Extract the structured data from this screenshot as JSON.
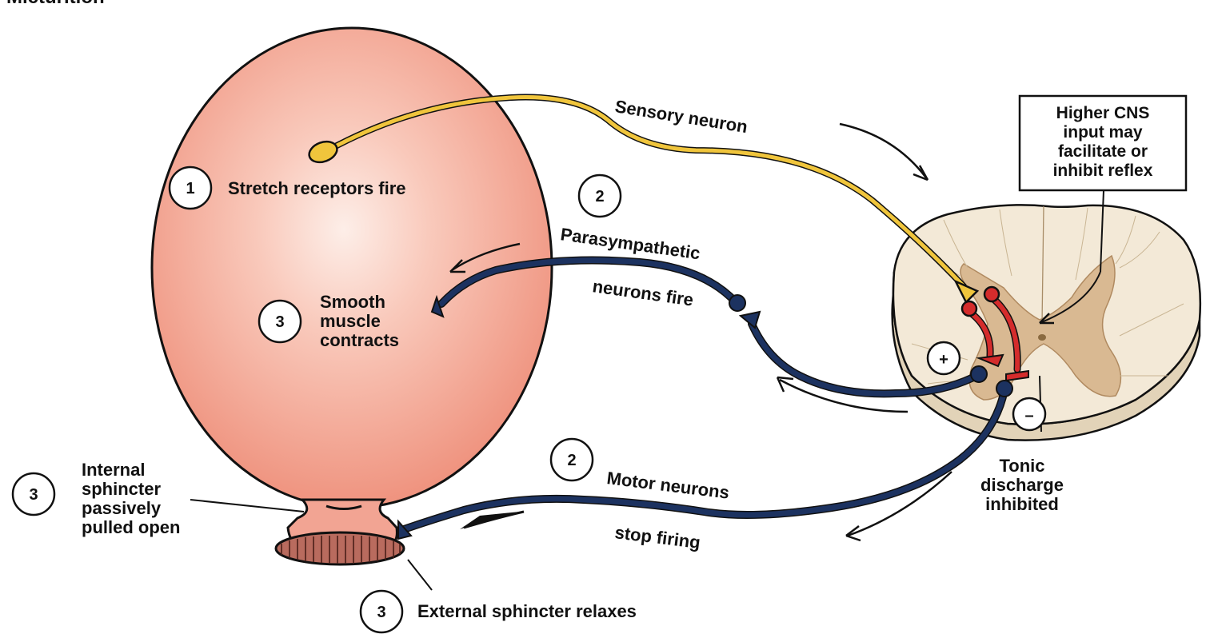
{
  "header": {
    "partial_title": "Micturition"
  },
  "labels": {
    "stretch_receptors": "Stretch receptors fire",
    "sensory_neuron": "Sensory neuron",
    "parasympathetic_1": "Parasympathetic",
    "parasympathetic_2": "neurons fire",
    "smooth_muscle_1": "Smooth",
    "smooth_muscle_2": "muscle",
    "smooth_muscle_3": "contracts",
    "motor_1": "Motor neurons",
    "motor_2": "stop firing",
    "internal_1": "Internal",
    "internal_2": "sphincter",
    "internal_3": "passively",
    "internal_4": "pulled open",
    "external": "External sphincter relaxes",
    "tonic_1": "Tonic",
    "tonic_2": "discharge",
    "tonic_3": "inhibited",
    "cns_1": "Higher CNS",
    "cns_2": "input may",
    "cns_3": "facilitate or",
    "cns_4": "inhibit reflex"
  },
  "steps": {
    "stretch": "1",
    "parasympathetic": "2",
    "smooth_muscle": "3",
    "motor": "2",
    "internal": "3",
    "external": "3"
  },
  "signs": {
    "plus": "+",
    "minus": "–"
  },
  "colors": {
    "bladder": "#f2a493",
    "bladder_highlight": "#fbe3dc",
    "sphincter": "#b96b5e",
    "sensory": "#f0c53c",
    "efferent": "#1c3260",
    "interneuron": "#d42c2c",
    "cord_white": "#f3e9d7",
    "cord_gray": "#d9b992"
  }
}
